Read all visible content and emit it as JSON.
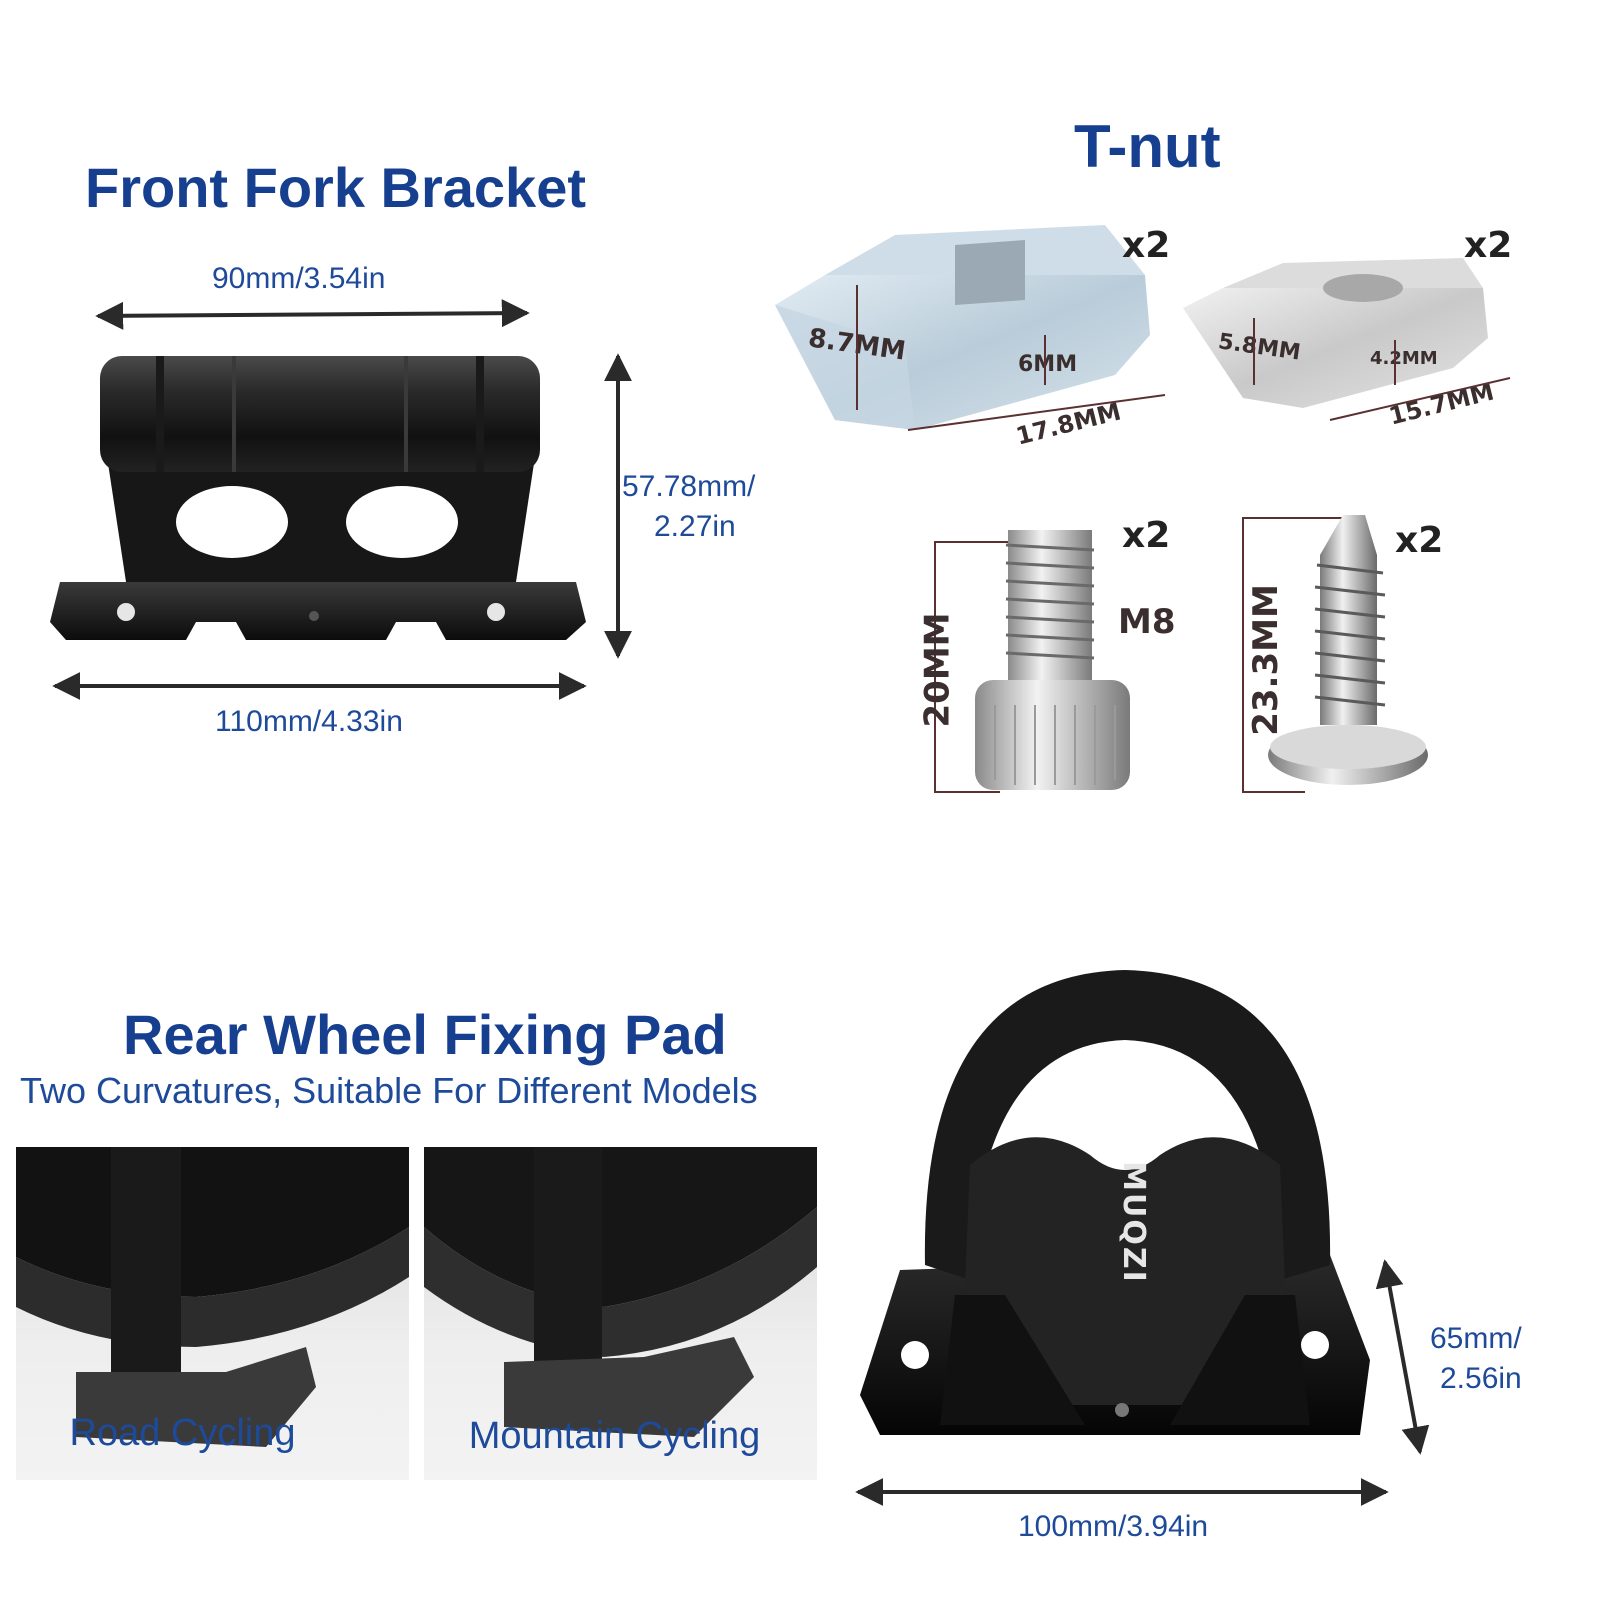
{
  "front_fork": {
    "title": "Front Fork Bracket",
    "width_top": "90mm/3.54in",
    "height_line1": "57.78mm/",
    "height_line2": "2.27in",
    "width_bottom": "110mm/4.33in"
  },
  "tnut": {
    "title": "T-nut",
    "large_nut": {
      "count": "x2",
      "height": "8.7MM",
      "slot": "6MM",
      "length": "17.8MM"
    },
    "small_nut": {
      "count": "x2",
      "height": "5.8MM",
      "slot": "4.2MM",
      "length": "15.7MM"
    },
    "bolt": {
      "count": "x2",
      "length": "20MM",
      "thread": "M8"
    },
    "screw": {
      "count": "x2",
      "length": "23.3MM"
    }
  },
  "rear_pad": {
    "title": "Rear Wheel Fixing Pad",
    "subtitle": "Two Curvatures, Suitable For Different Models",
    "panels": [
      {
        "caption": "Road Cycling"
      },
      {
        "caption": "Mountain Cycling"
      }
    ],
    "brand": "MUQZI",
    "height_line1": "65mm/",
    "height_line2": "2.56in",
    "width": "100mm/3.94in"
  },
  "colors": {
    "title_blue": "#173f8f",
    "label_blue": "#1e4a9a",
    "dim_brown": "#5a3030"
  }
}
